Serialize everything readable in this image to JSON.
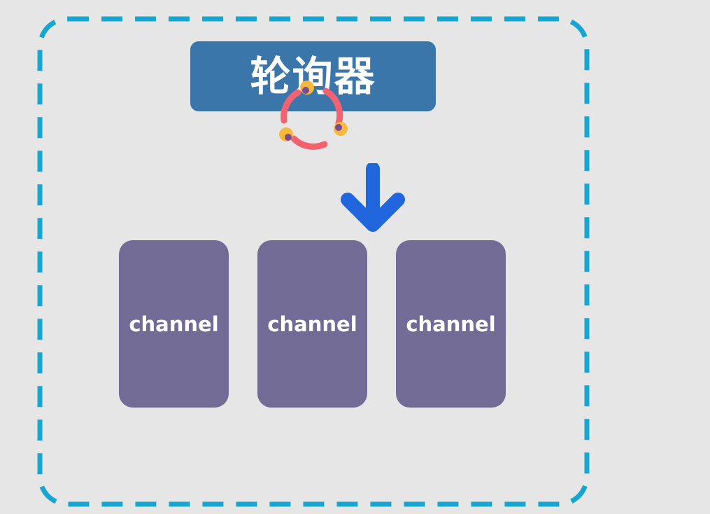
{
  "diagram": {
    "title": "轮询器",
    "channels": [
      {
        "label": "channel"
      },
      {
        "label": "channel"
      },
      {
        "label": "channel"
      }
    ]
  },
  "icons": {
    "poller": "circular-refresh-icon",
    "flow": "arrow-down-icon"
  },
  "colors": {
    "background": "#e6e6e6",
    "boundary_dash": "#17a6d0",
    "title_box": "#3a76a9",
    "channel_box": "#726b95",
    "arrow": "#2266dd",
    "poller_arc": "#f36270",
    "poller_node": "#f6b93b",
    "poller_node_center": "#7d4b8c",
    "text": "#ffffff"
  }
}
